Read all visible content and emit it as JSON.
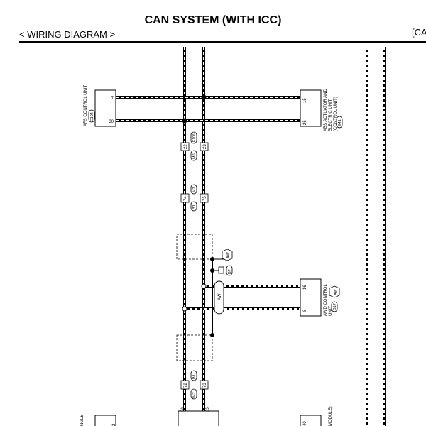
{
  "header": {
    "title": "CAN SYSTEM (WITH ICC)",
    "subtitle": "< WIRING DIAGRAM >",
    "code": "[CA"
  },
  "units": {
    "afs": {
      "name": "AFS CONTROL UNIT",
      "connector": "E104",
      "pins": [
        "7",
        "30"
      ]
    },
    "abs": {
      "name": "ABS ACTUATOR AND ELECTRIC UNIT (CONTROL UNIT)",
      "connector": "E41",
      "pins": [
        "15",
        "25"
      ]
    },
    "awd": {
      "name": "AWD CONTROL UNIT",
      "connector": "B17",
      "tag": "AW",
      "pins": [
        "16",
        "8"
      ]
    },
    "bottom_left": {
      "label": "NGLE",
      "pins": [
        "2"
      ]
    },
    "bottom_center": {
      "pins": [
        "30",
        "35"
      ]
    },
    "bottom_right": {
      "label": "MODULE)",
      "pins": [
        "40"
      ]
    }
  },
  "connectors": {
    "upper": {
      "pins": [
        "22",
        "23"
      ],
      "ids": [
        "M6",
        "E106"
      ]
    },
    "middle": {
      "pins": [
        "74",
        "75"
      ],
      "ids": [
        "B1",
        "M7"
      ]
    },
    "lower": {
      "pins": [
        "72",
        "73"
      ],
      "ids": [
        "M7",
        "B1"
      ]
    }
  },
  "tags": {
    "aw_tag": "AW",
    "b7_tag": "B7",
    "bus_label": "AW"
  }
}
